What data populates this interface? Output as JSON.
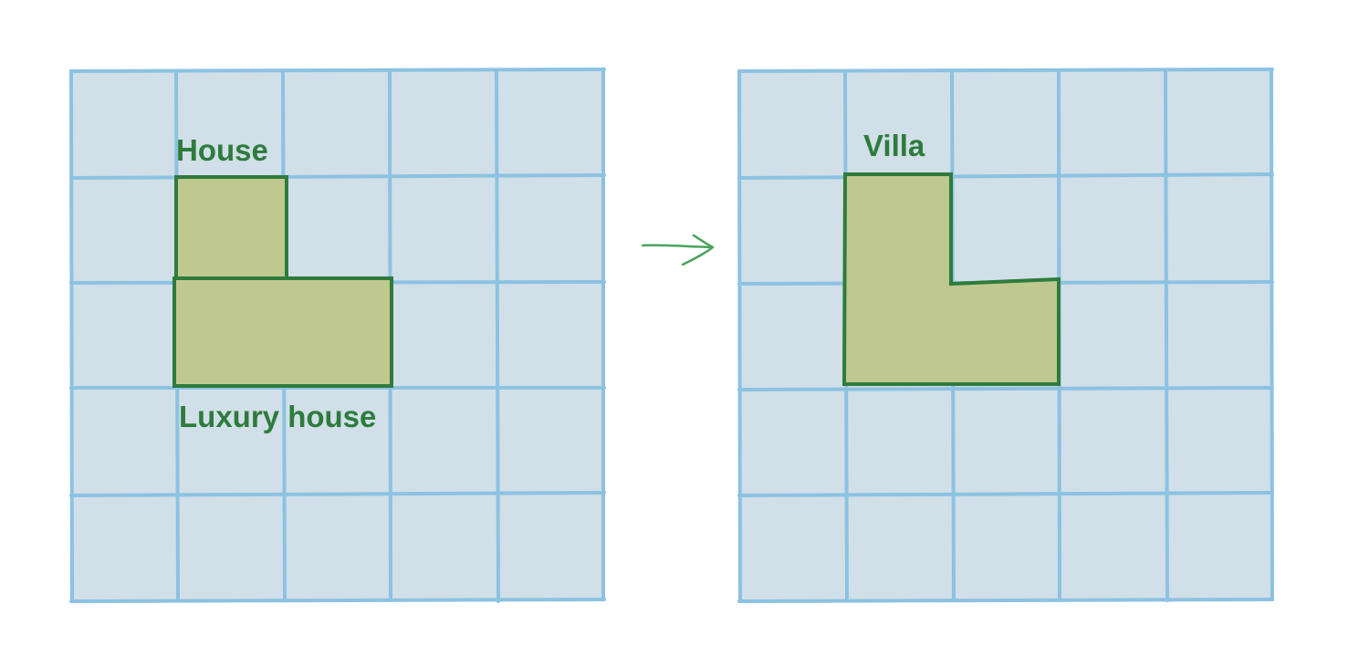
{
  "diagram": {
    "colors": {
      "cell_fill": "#d1dfe8",
      "grid_line": "#8cc2e2",
      "plot_fill": "#bec88f",
      "plot_stroke": "#2e7b3d",
      "label": "#2e7b3d",
      "arrow": "#4aa35c"
    },
    "grid": {
      "rows": 5,
      "cols": 5
    },
    "before": {
      "house_label": "House",
      "luxury_label": "Luxury house"
    },
    "after": {
      "villa_label": "Villa"
    },
    "arrow_icon": "arrow-right-icon"
  }
}
